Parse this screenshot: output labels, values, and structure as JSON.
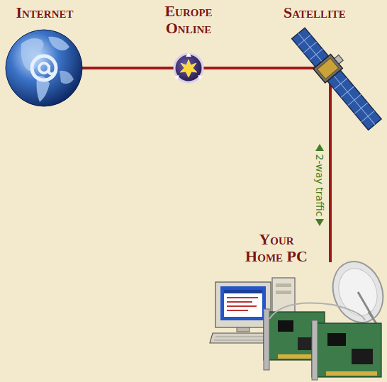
{
  "diagram": {
    "nodes": [
      {
        "text": [
          "Internet"
        ]
      },
      {
        "text": [
          "Europe Online"
        ]
      },
      {
        "text": [
          "Satellite"
        ]
      },
      {
        "text": [
          "Your Home PC"
        ]
      }
    ],
    "edges": [
      {
        "from": 0,
        "to": 1,
        "arrow": "none"
      },
      {
        "from": 1,
        "to": 2,
        "arrow": "none"
      },
      {
        "from": 2,
        "to": 3,
        "arrow": "none",
        "label": "2-way traffic"
      }
    ]
  }
}
